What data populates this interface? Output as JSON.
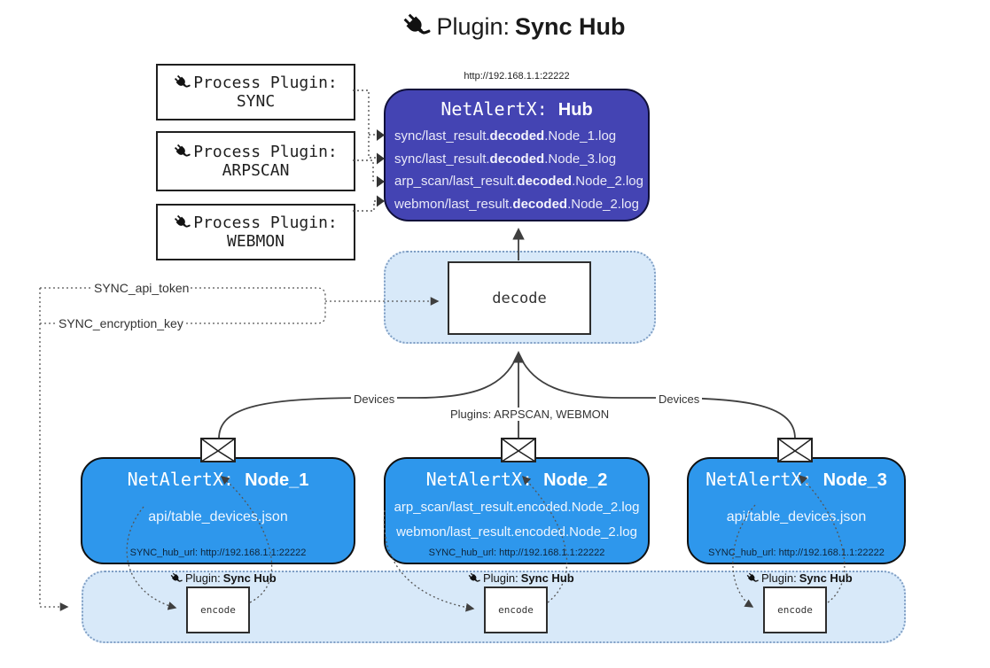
{
  "title": {
    "prefix": "Plugin: ",
    "bold": "Sync Hub"
  },
  "hub": {
    "url_above": "http://192.168.1.1:22222",
    "name_prefix": "NetAlertX: ",
    "name_bold": "Hub",
    "lines": [
      {
        "pre": "sync/last_result.",
        "bold": "decoded",
        "post": ".Node_1.log"
      },
      {
        "pre": "sync/last_result.",
        "bold": "decoded",
        "post": ".Node_3.log"
      },
      {
        "pre": "arp_scan/last_result.",
        "bold": "decoded",
        "post": ".Node_2.log"
      },
      {
        "pre": "webmon/last_result.",
        "bold": "decoded",
        "post": ".Node_2.log"
      }
    ]
  },
  "process_plugins": [
    {
      "label": "Process Plugin:",
      "name": "SYNC"
    },
    {
      "label": "Process Plugin:",
      "name": "ARPSCAN"
    },
    {
      "label": "Process Plugin:",
      "name": "WEBMON"
    }
  ],
  "decode": {
    "label": "decode"
  },
  "labels": {
    "sync_api_token": "SYNC_api_token",
    "sync_encryption_key": "SYNC_encryption_key",
    "devices_left": "Devices",
    "devices_right": "Devices",
    "plugins_mid": "Plugins: ARPSCAN, WEBMON"
  },
  "nodes": [
    {
      "name_prefix": "NetAlertX: ",
      "name_bold": "Node_1",
      "lines": [
        "api/table_devices.json"
      ],
      "footer": "SYNC_hub_url: http://192.168.1.1:22222"
    },
    {
      "name_prefix": "NetAlertX: ",
      "name_bold": "Node_2",
      "lines": [
        "arp_scan/last_result.encoded.Node_2.log",
        "webmon/last_result.encoded.Node_2.log"
      ],
      "footer": "SYNC_hub_url: http://192.168.1.1:22222"
    },
    {
      "name_prefix": "NetAlertX: ",
      "name_bold": "Node_3",
      "lines": [
        "api/table_devices.json"
      ],
      "footer": "SYNC_hub_url: http://192.168.1.1:22222"
    }
  ],
  "encoders": [
    {
      "label_prefix": "Plugin: ",
      "label_bold": "Sync Hub",
      "box_label": "encode"
    },
    {
      "label_prefix": "Plugin: ",
      "label_bold": "Sync Hub",
      "box_label": "encode"
    },
    {
      "label_prefix": "Plugin: ",
      "label_bold": "Sync Hub",
      "box_label": "encode"
    }
  ],
  "colors": {
    "hub_fill": "#4444b3",
    "node_fill": "#2e97ec",
    "panel_fill": "#d8e9f9",
    "panel_border": "#7f9ec4",
    "connector": "#3f3f3f"
  }
}
